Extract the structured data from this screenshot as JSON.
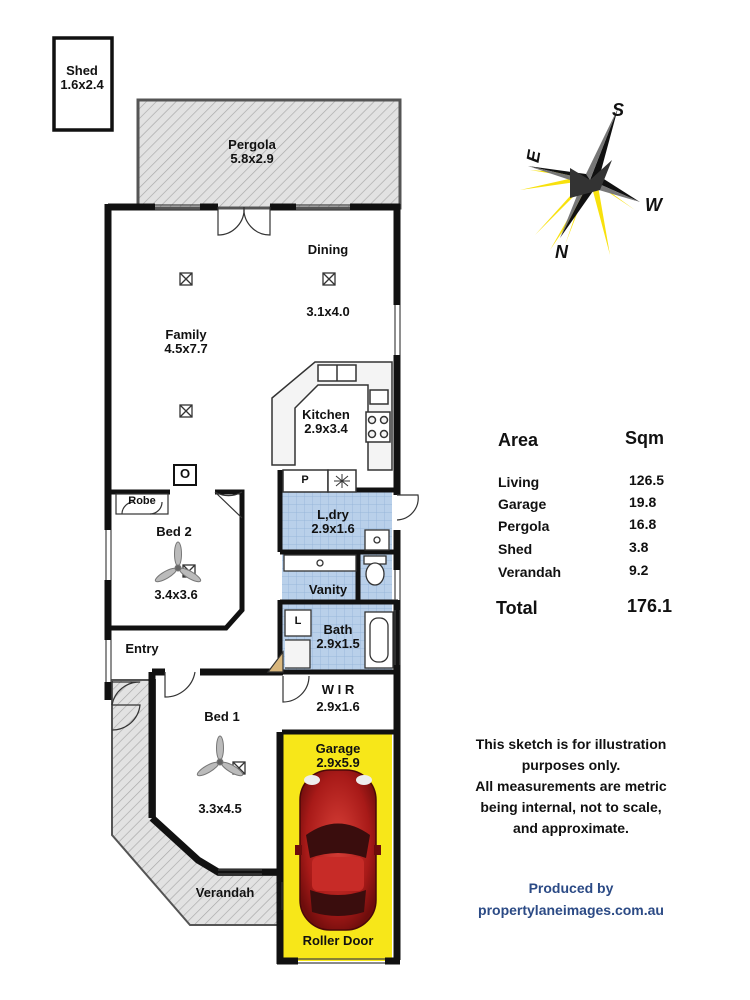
{
  "rooms": {
    "shed": {
      "name": "Shed",
      "size": "1.6x2.4"
    },
    "pergola": {
      "name": "Pergola",
      "size": "5.8x2.9"
    },
    "dining": {
      "name": "Dining",
      "size": "3.1x4.0"
    },
    "family": {
      "name": "Family",
      "size": "4.5x7.7"
    },
    "kitchen": {
      "name": "Kitchen",
      "size": "2.9x3.4"
    },
    "robe": {
      "name": "Robe"
    },
    "bed2": {
      "name": "Bed 2",
      "size": "3.4x3.6"
    },
    "laundry": {
      "name": "L,dry",
      "size": "2.9x1.6"
    },
    "vanity": {
      "name": "Vanity"
    },
    "bath": {
      "name": "Bath",
      "size": "2.9x1.5"
    },
    "entry": {
      "name": "Entry"
    },
    "wir": {
      "name": "W I R",
      "size": "2.9x1.6"
    },
    "bed1": {
      "name": "Bed 1",
      "size": "3.3x4.5"
    },
    "garage": {
      "name": "Garage",
      "size": "2.9x5.9"
    },
    "verandah": {
      "name": "Verandah"
    },
    "roller_door": "Roller Door"
  },
  "fixture_labels": {
    "pantry": "P",
    "linen": "L",
    "oven": "O"
  },
  "compass": {
    "s": "S",
    "e": "E",
    "w": "W",
    "n": "N",
    "star_color": "#f8e10d"
  },
  "area_table": {
    "header_area": "Area",
    "header_sqm": "Sqm",
    "rows": [
      {
        "label": "Living",
        "value": "126.5"
      },
      {
        "label": "Garage",
        "value": "19.8"
      },
      {
        "label": "Pergola",
        "value": "16.8"
      },
      {
        "label": "Shed",
        "value": "3.8"
      },
      {
        "label": "Verandah",
        "value": "9.2"
      }
    ],
    "total_label": "Total",
    "total_value": "176.1"
  },
  "disclaimer": {
    "line1": "This sketch is for illustration",
    "line2": "purposes only.",
    "line3": "All measurements are metric",
    "line4": "being internal, not to scale,",
    "line5": "and approximate."
  },
  "credit": {
    "line1": "Produced by",
    "line2": "propertylaneimages.com.au"
  },
  "colors": {
    "wall": "#111111",
    "wet_area_tile": "#bcd3ea",
    "garage_fill": "#f7e719",
    "car": "#b0201f",
    "hatch": "#9a9a9a"
  }
}
